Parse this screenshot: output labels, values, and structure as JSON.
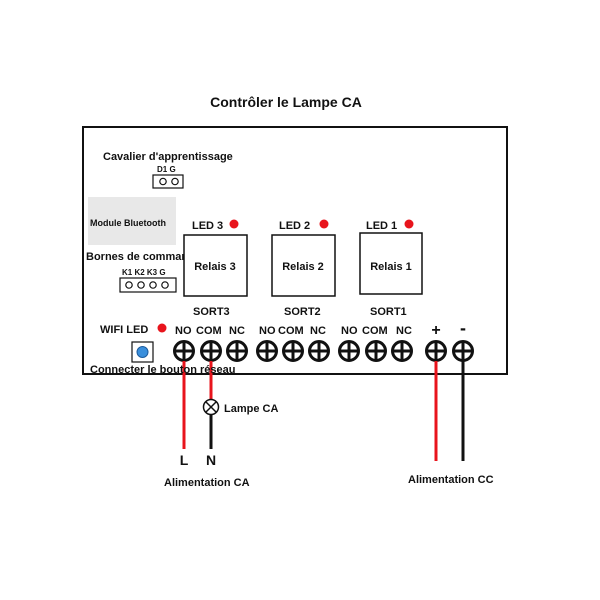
{
  "title": "Contrôler le Lampe CA",
  "labels": {
    "cavalier": "Cavalier d'apprentissage",
    "jumper_pins": "D1 G",
    "bluetooth": "Module Bluetooth",
    "bornes": "Bornes de commande filaire",
    "bornes_pins": "K1 K2 K3 G",
    "wifi_led": "WIFI LED",
    "connect_button": "Connecter le bouton réseau",
    "lamp": "Lampe CA",
    "line": "L",
    "neutral": "N",
    "alim_ca": "Alimentation CA",
    "alim_cc": "Alimentation CC"
  },
  "relays": [
    {
      "led": "LED 3",
      "name": "Relais 3",
      "output": "SORT3"
    },
    {
      "led": "LED 2",
      "name": "Relais 2",
      "output": "SORT2"
    },
    {
      "led": "LED 1",
      "name": "Relais 1",
      "output": "SORT1"
    }
  ],
  "terminals": {
    "group1": [
      "NO",
      "COM",
      "NC"
    ],
    "group2": [
      "NO",
      "COM",
      "NC"
    ],
    "group3": [
      "NO",
      "COM",
      "NC"
    ],
    "plus": "+",
    "minus": "-"
  },
  "colors": {
    "led": "#e8141c",
    "wire_red": "#e8141c",
    "wire_black": "#111111",
    "button": "#3a8fdc",
    "bt_module": "#e8e8e8"
  }
}
